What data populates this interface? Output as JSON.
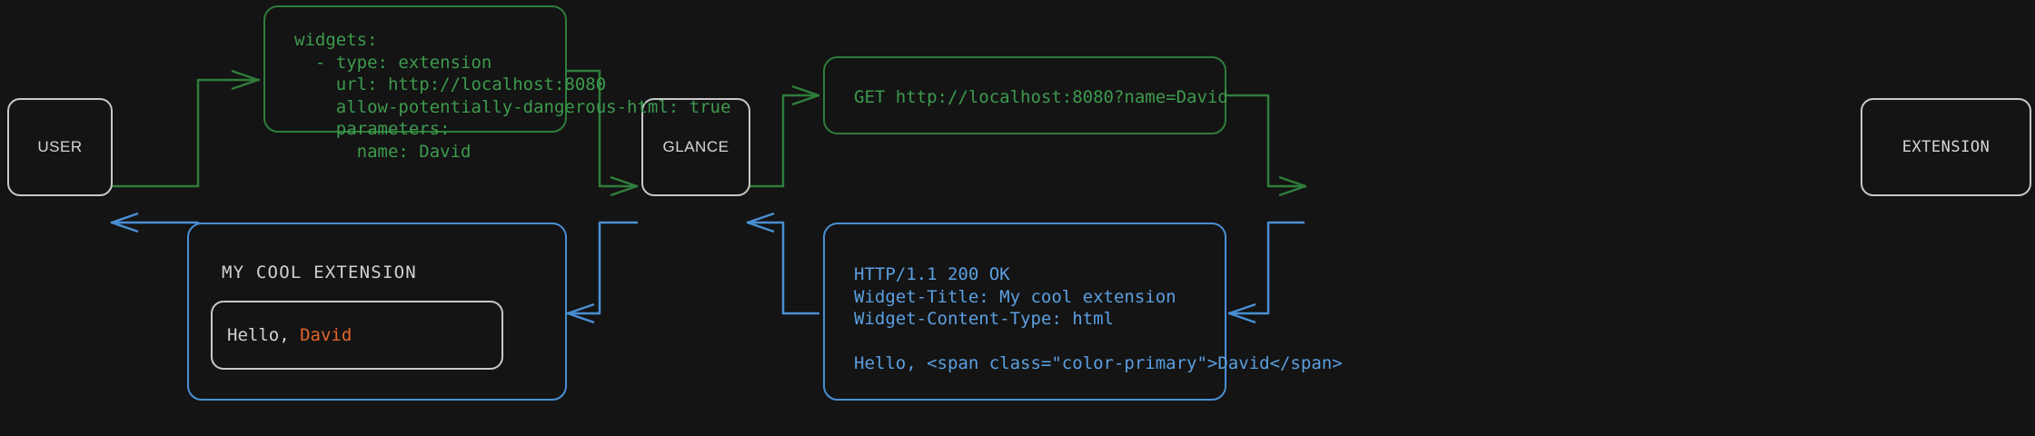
{
  "theme": {
    "background": "#141414",
    "node_border": "#c9c9c9",
    "node_text": "#d6d6d6",
    "green": "#3d9a4e",
    "green_border": "#2f7d3b",
    "blue": "#5b9fe0",
    "blue_border": "#4a8fd4",
    "accent_orange": "#e2662b",
    "widget_text": "#d2d2d2"
  },
  "nodes": {
    "user": "USER",
    "glance": "GLANCE",
    "extension": "EXTENSION"
  },
  "panels": {
    "config": {
      "code": "widgets:\n  - type: extension\n    url: http://localhost:8080\n    allow-potentially-dangerous-html: true\n    parameters:\n      name: David"
    },
    "request": {
      "code": "GET http://localhost:8080?name=David"
    },
    "response": {
      "code": "HTTP/1.1 200 OK\nWidget-Title: My cool extension\nWidget-Content-Type: html\n\nHello, <span class=\"color-primary\">David</span>"
    },
    "widget_preview": {
      "title": "MY COOL EXTENSION",
      "body_prefix": "Hello, ",
      "body_accent": "David"
    }
  },
  "flow": {
    "edges": [
      {
        "name": "user-to-config",
        "color": "green",
        "from": "user",
        "to": "config"
      },
      {
        "name": "config-to-glance",
        "color": "green",
        "from": "config",
        "to": "glance"
      },
      {
        "name": "glance-to-request",
        "color": "green",
        "from": "glance",
        "to": "request"
      },
      {
        "name": "request-to-extension",
        "color": "green",
        "from": "request",
        "to": "extension"
      },
      {
        "name": "extension-to-response",
        "color": "blue",
        "from": "extension",
        "to": "response"
      },
      {
        "name": "response-to-glance",
        "color": "blue",
        "from": "response",
        "to": "glance"
      },
      {
        "name": "glance-to-widget",
        "color": "blue",
        "from": "glance",
        "to": "widget_preview"
      },
      {
        "name": "widget-to-user",
        "color": "blue",
        "from": "widget_preview",
        "to": "user"
      }
    ]
  }
}
